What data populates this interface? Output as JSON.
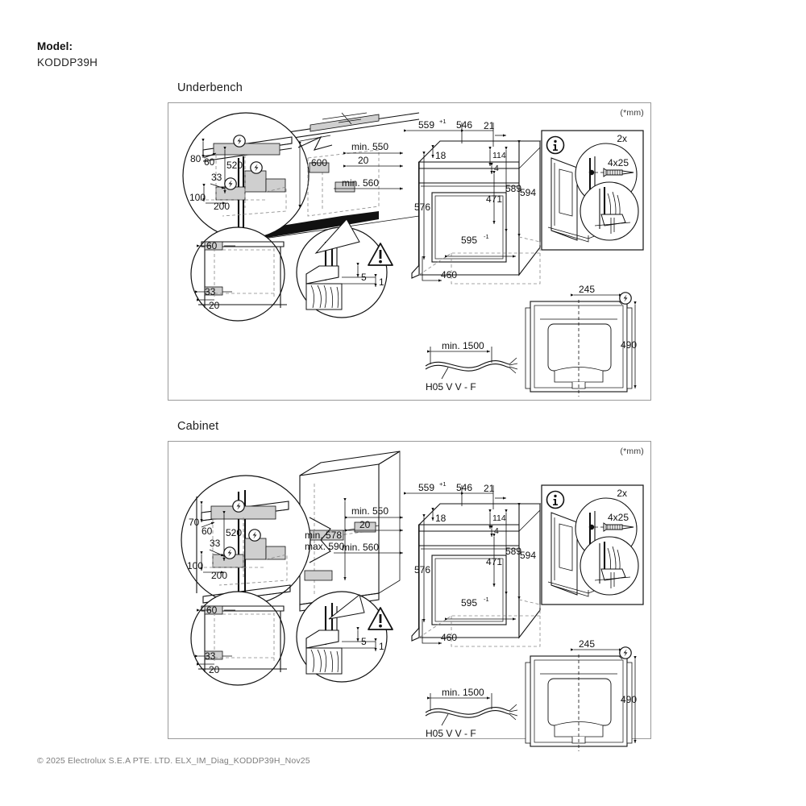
{
  "header": {
    "model_label": "Model:",
    "model_value": "KODDP39H"
  },
  "footer": {
    "copyright": "© 2025 Electrolux S.E.A PTE. LTD. ELX_IM_Diag_KODDP39H_Nov25"
  },
  "sections": [
    {
      "id": "underbench",
      "title": "Underbench",
      "unit_note": "(*mm)",
      "socket_detail": {
        "icon": "lightning-bolt-icon",
        "dims": [
          "80",
          "60",
          "520",
          "33",
          "100",
          "200"
        ]
      },
      "niche": {
        "height": "600",
        "depth_min": "min. 550",
        "gap": "20",
        "width_min": "min. 560"
      },
      "oven": {
        "top_width": "559",
        "top_width_sup": "+1",
        "front_width": "546",
        "edge": "21",
        "top_thickness": "18",
        "body_height": "576",
        "handle_offset": "114",
        "gap_small": "4",
        "door_height": "471",
        "front_height": "589",
        "total_height": "594",
        "base_width": "595",
        "base_width_sup": "-1",
        "depth": "460"
      },
      "plinth_detail": {
        "dims": [
          "60",
          "33",
          "20"
        ]
      },
      "clearance_detail": {
        "icon": "warning-triangle-icon",
        "dims": [
          "5",
          "1"
        ]
      },
      "info_panel": {
        "icon": "info-icon",
        "quantity": "2x",
        "screw_spec": "4x25"
      },
      "rear_view": {
        "icon": "lightning-bolt-icon",
        "width": "245",
        "height": "490"
      },
      "cable": {
        "length": "min. 1500",
        "type": "H05 V V - F"
      }
    },
    {
      "id": "cabinet",
      "title": "Cabinet",
      "unit_note": "(*mm)",
      "socket_detail": {
        "icon": "lightning-bolt-icon",
        "dims": [
          "70",
          "60",
          "520",
          "33",
          "100",
          "200"
        ]
      },
      "niche": {
        "height_min": "min. 578",
        "height_max": "max. 590",
        "depth_min": "min. 550",
        "gap": "20",
        "width_min": "min. 560"
      },
      "oven": {
        "top_width": "559",
        "top_width_sup": "+1",
        "front_width": "546",
        "edge": "21",
        "top_thickness": "18",
        "body_height": "576",
        "handle_offset": "114",
        "gap_small": "4",
        "door_height": "471",
        "front_height": "589",
        "total_height": "594",
        "base_width": "595",
        "base_width_sup": "-1",
        "depth": "460"
      },
      "plinth_detail": {
        "dims": [
          "60",
          "33",
          "20"
        ]
      },
      "clearance_detail": {
        "icon": "warning-triangle-icon",
        "dims": [
          "5",
          "1"
        ]
      },
      "info_panel": {
        "icon": "info-icon",
        "quantity": "2x",
        "screw_spec": "4x25"
      },
      "rear_view": {
        "icon": "lightning-bolt-icon",
        "width": "245",
        "height": "490"
      },
      "cable": {
        "length": "min. 1500",
        "type": "H05 V V - F"
      }
    }
  ],
  "colors": {
    "line": "#111111",
    "panel_border": "#9a9a9a",
    "shade": "#cfcfcf",
    "footer_text": "#7d7d7d"
  }
}
